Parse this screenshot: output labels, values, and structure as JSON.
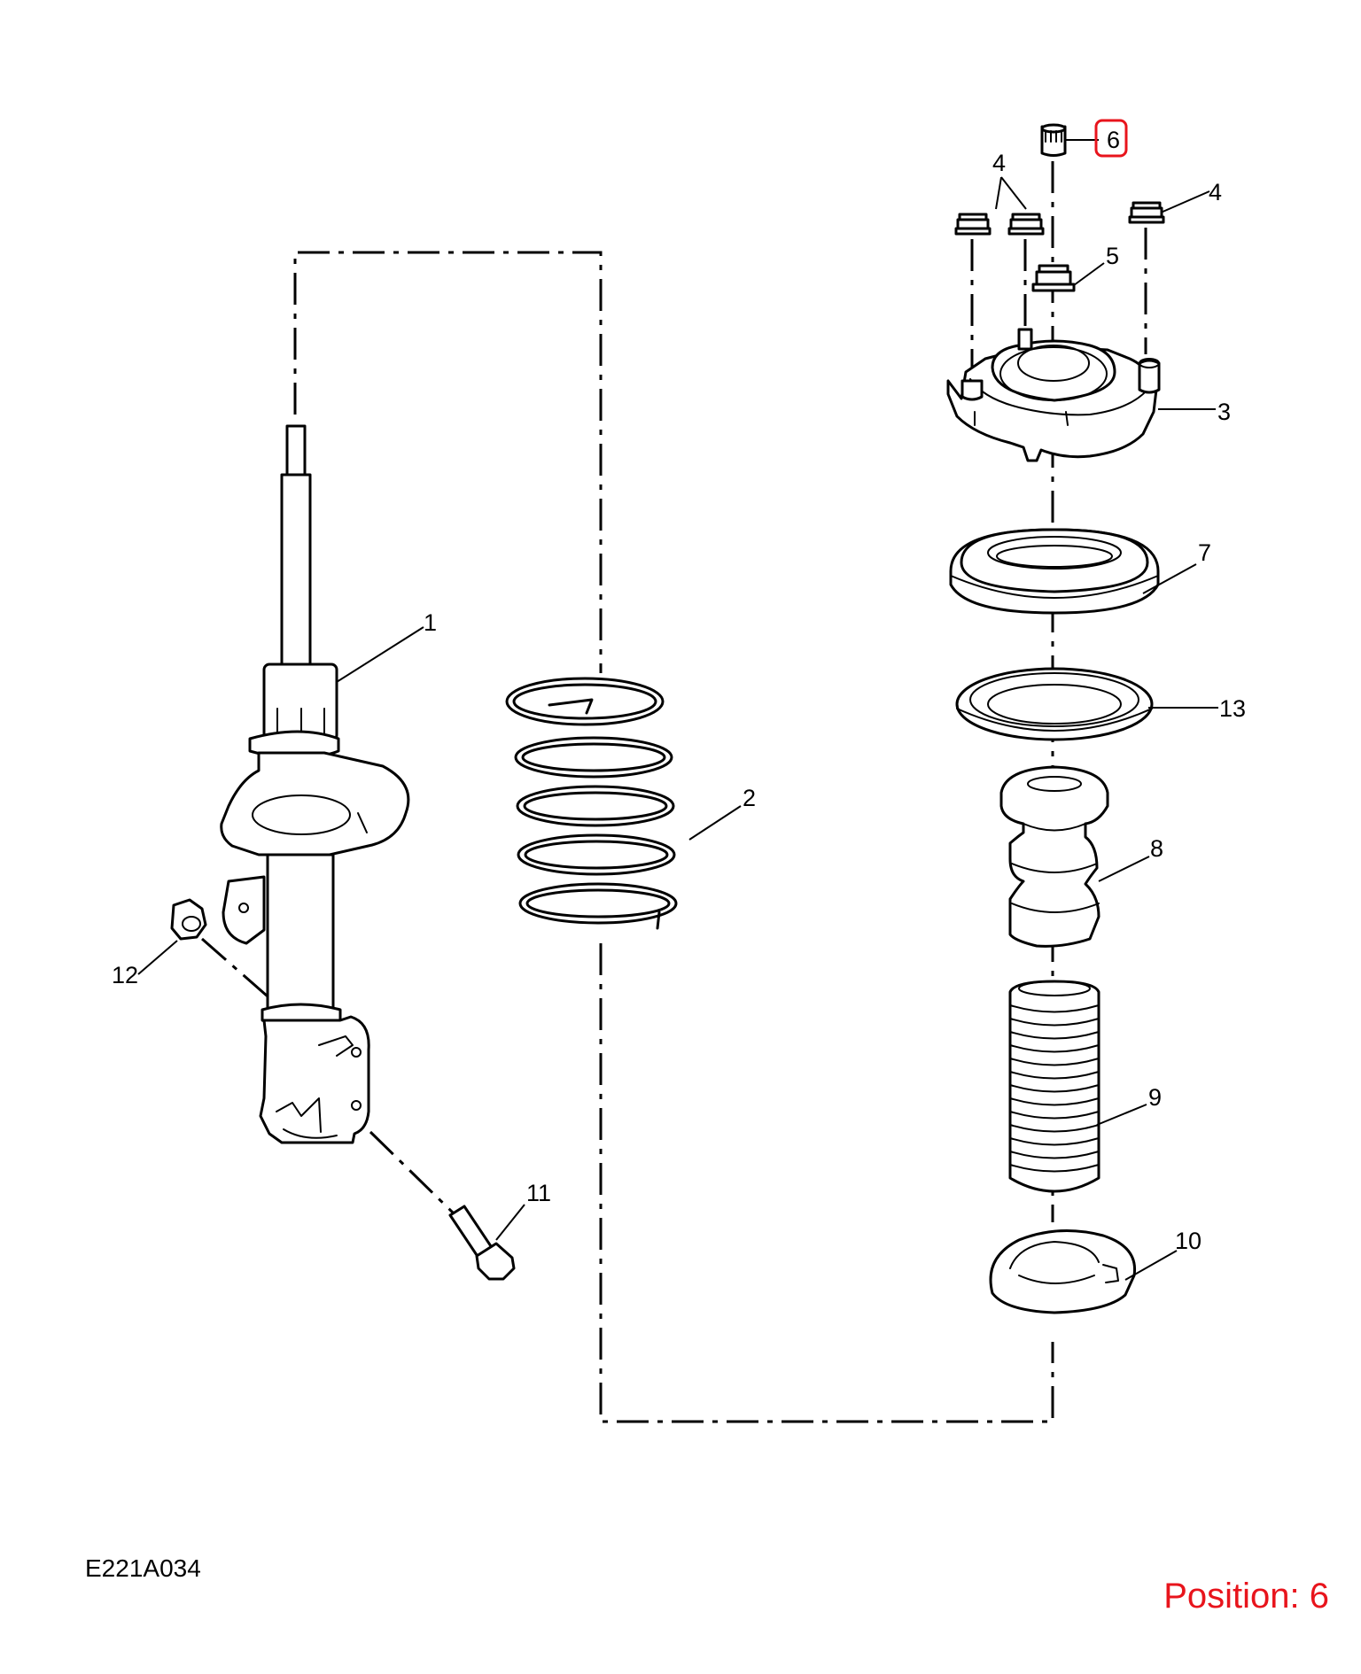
{
  "drawing_id": "E221A034",
  "position_label": "Position: 6",
  "highlight_color": "#e8141c",
  "callouts": {
    "c1": "1",
    "c2": "2",
    "c3": "3",
    "c4a": "4",
    "c4b": "4",
    "c5": "5",
    "c6": "6",
    "c7": "7",
    "c8": "8",
    "c9": "9",
    "c10": "10",
    "c11": "11",
    "c12": "12",
    "c13": "13"
  },
  "parts": [
    {
      "number": "1",
      "part": "strut"
    },
    {
      "number": "2",
      "part": "coil spring"
    },
    {
      "number": "3",
      "part": "top mount"
    },
    {
      "number": "4",
      "part": "nut"
    },
    {
      "number": "5",
      "part": "nut"
    },
    {
      "number": "6",
      "part": "cap"
    },
    {
      "number": "7",
      "part": "bearing"
    },
    {
      "number": "8",
      "part": "bump stop"
    },
    {
      "number": "9",
      "part": "dust boot"
    },
    {
      "number": "10",
      "part": "lower spring seat"
    },
    {
      "number": "11",
      "part": "bolt"
    },
    {
      "number": "12",
      "part": "nut"
    },
    {
      "number": "13",
      "part": "upper spring seat"
    }
  ]
}
